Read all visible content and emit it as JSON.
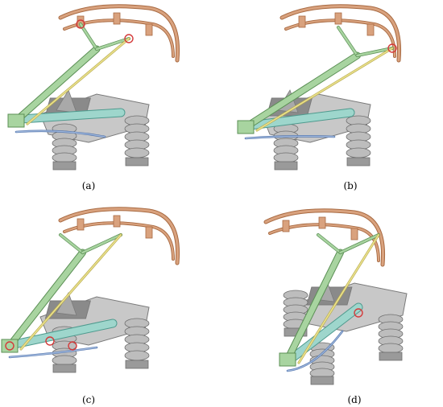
{
  "captions": {
    "a": "(a)",
    "b": "(b)",
    "c": "(c)",
    "d": "(d)"
  },
  "colors": {
    "pan_head": "#d9a27e",
    "pan_edge": "#a86a42",
    "upper_arm": "#a8d4a0",
    "upper_arm_edge": "#5b8f55",
    "pull_rod": "#e8df8a",
    "pull_rod_edge": "#b3a64a",
    "lower_arm": "#9ed6cc",
    "lower_arm_edge": "#4e9a8e",
    "base": "#c8c8c8",
    "base_edge": "#7a7a7a",
    "insulator": "#bdbdbd",
    "insulator_edge": "#6e6e6e",
    "link_rod": "#9fb7dc",
    "link_rod_edge": "#4a6ea8",
    "highlight": "#d43a3a"
  }
}
